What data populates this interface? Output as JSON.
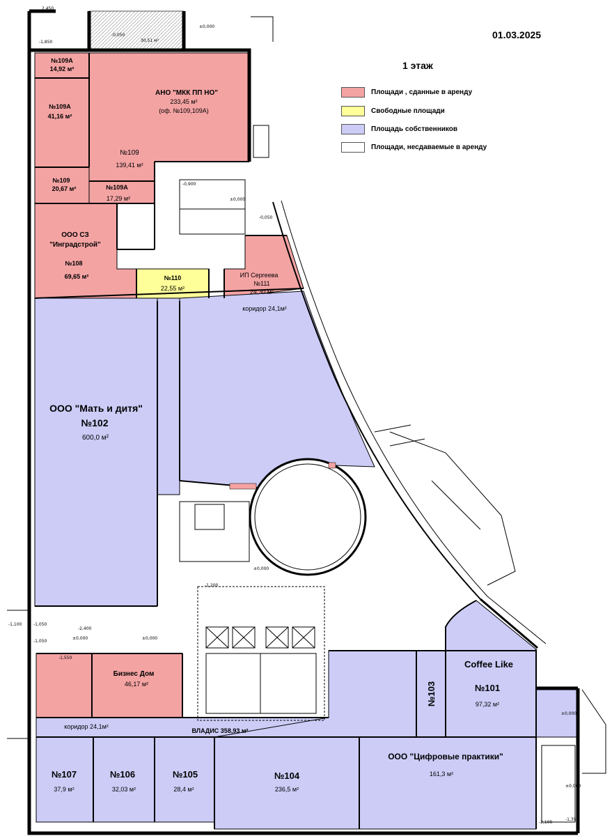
{
  "header": {
    "date": "01.03.2025",
    "floor": "1 этаж"
  },
  "legend": [
    {
      "label": "Площади , сданные в аренду",
      "color": "#f4a3a3"
    },
    {
      "label": "Свободные площади",
      "color": "#ffff99"
    },
    {
      "label": "Площадь собственников",
      "color": "#ccccf7"
    },
    {
      "label": "Площади, несдаваемые в аренду",
      "color": "#ffffff"
    }
  ],
  "marks": {
    "m1": "2,450",
    "m2": "-0,050",
    "m3": "30,51 м²",
    "m4": "±0,000",
    "m5": "-1,850",
    "m6": "-0,900",
    "m7": "±0,000",
    "m8": "-0,050",
    "m9": "-1,100",
    "m10": "-1,050",
    "m11": "-2,400",
    "m12": "±0,000",
    "m13": "-1,050",
    "m14": "±0,000",
    "m15": "-1,200",
    "m16": "±0,000",
    "m17": "-1,550",
    "m18": "±0,000",
    "m19": "-1,350",
    "m20": "-2,100",
    "m21": "±0,000"
  },
  "rooms": {
    "r109a_top": {
      "line1": "№109А",
      "line2": "14,92 м²"
    },
    "rmkk": {
      "line1": "АНО \"МКК ПП НО\"",
      "line2": "233,45 м²",
      "line3": "(оф. №109,109А)"
    },
    "r109a_left": {
      "line1": "№109А",
      "line2": "41,16 м²"
    },
    "r109_big": {
      "line1": "№109",
      "line2": "139,41 м²"
    },
    "r109_small": {
      "line1": "№109",
      "line2": "20,67 м²"
    },
    "r109a_mid": {
      "line1": "№109А",
      "line2": "17,29 м²"
    },
    "r108": {
      "line1": "ООО СЗ",
      "line2": "\"Инградстрой\"",
      "line3": "№108",
      "line4": "69,65 м²"
    },
    "r110": {
      "line1": "№110",
      "line2": "22,55 м²"
    },
    "r111": {
      "line1": "ИП Сергеева",
      "line2": "№111",
      "line3": "24,30 м²"
    },
    "corridor_top": {
      "line1": "коридор 24,1м²"
    },
    "r102": {
      "line1": "ООО \"Мать и дитя\"",
      "line2": "№102",
      "line3": "600,0 м²"
    },
    "rbiz": {
      "line1": "Бизнес Дом",
      "line2": "46,17 м²"
    },
    "corridor_bot": {
      "line1": "коридор 24,1м²"
    },
    "vladis": {
      "line1": "ВЛАДИС 358,93 м²"
    },
    "r101": {
      "line1": "Coffee Like",
      "line2": "№101",
      "line3": "97,32 м²"
    },
    "r103": {
      "line1": "№103"
    },
    "r107": {
      "line1": "№107",
      "line2": "37,9 м²"
    },
    "r106": {
      "line1": "№106",
      "line2": "32,03 м²"
    },
    "r105": {
      "line1": "№105",
      "line2": "28,4 м²"
    },
    "r104": {
      "line1": "№104",
      "line2": "236,5 м²"
    },
    "rcifr": {
      "line1": "ООО \"Цифровые практики\"",
      "line2": "161,3 м²"
    }
  }
}
